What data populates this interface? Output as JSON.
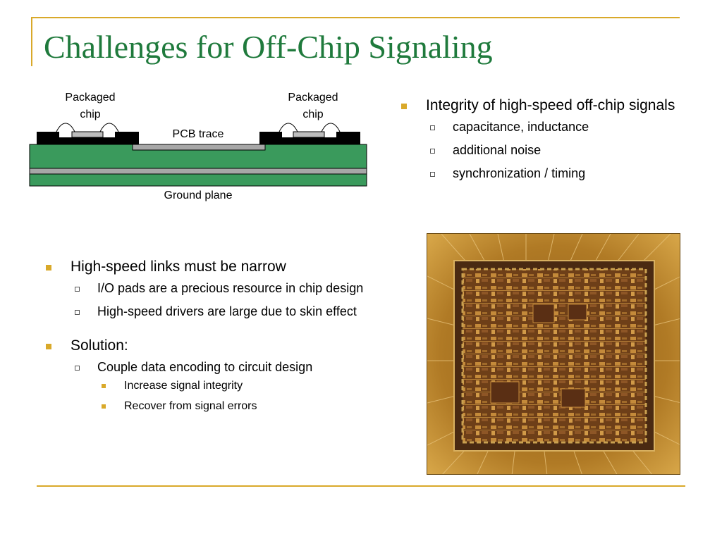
{
  "slide": {
    "title": "Challenges for Off-Chip Signaling"
  },
  "diagram": {
    "left_chip_label_line1": "Packaged",
    "left_chip_label_line2": "chip",
    "right_chip_label_line1": "Packaged",
    "right_chip_label_line2": "chip",
    "trace_label": "PCB trace",
    "ground_label": "Ground plane",
    "colors": {
      "board": "#3a9a5c",
      "trace": "#a7a7a7",
      "pad": "#000000"
    }
  },
  "right_bullets": {
    "item1": "Integrity of high-speed off-chip signals",
    "subitems": [
      "capacitance, inductance",
      "additional noise",
      "synchronization / timing"
    ]
  },
  "left_bullets": {
    "item1": {
      "text": "High-speed links must be narrow",
      "subitems": [
        "I/O pads are a precious resource in chip design",
        "High-speed drivers are large due to skin effect"
      ]
    },
    "item2": {
      "text": "Solution:",
      "subitems": [
        "Couple data encoding to circuit design"
      ],
      "subsubitems": [
        "Increase signal integrity",
        "Recover from signal errors"
      ]
    }
  },
  "colors": {
    "title": "#1f7a3c",
    "accent": "#d9a92a"
  }
}
